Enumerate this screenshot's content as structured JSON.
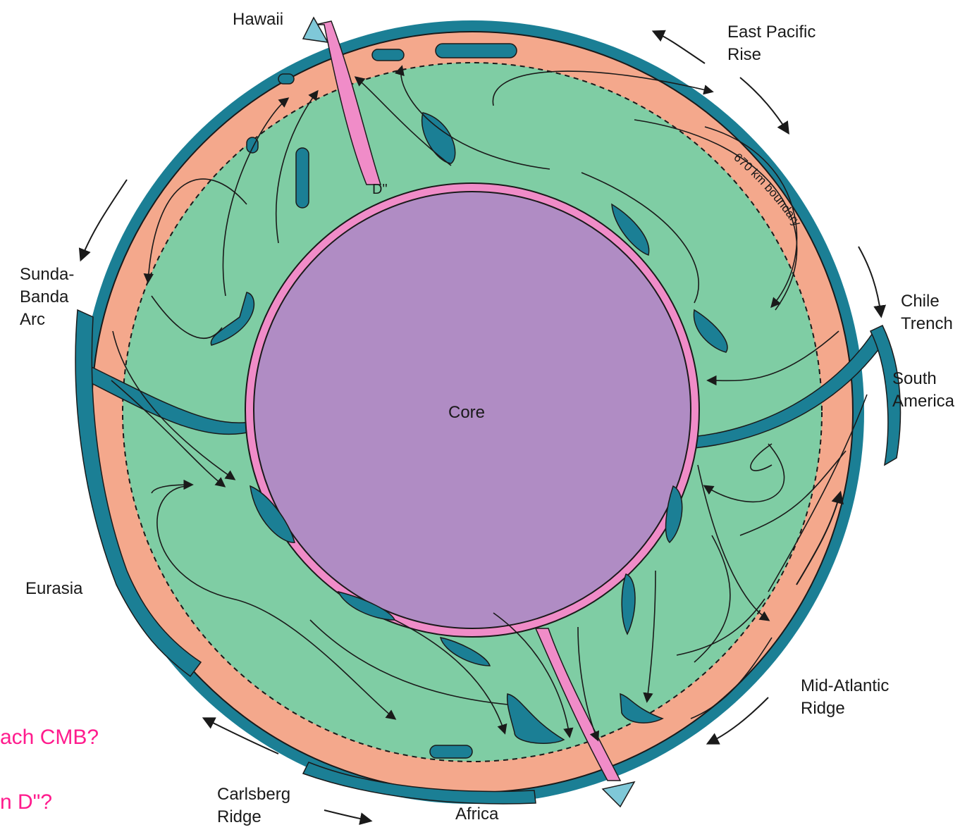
{
  "colors": {
    "lithosphere": "#1b7f95",
    "upper_mantle": "#f4a88c",
    "lower_mantle": "#7fcda4",
    "d_double_prime": "#f08cc8",
    "core": "#b08cc4",
    "slab": "#1b7f95",
    "question_text": "#ff1b8d"
  },
  "labels": {
    "hawaii": "Hawaii",
    "east_pacific_rise": "East Pacific\nRise",
    "sunda_banda_arc": "Sunda-\nBanda\nArc",
    "chile_trench": "Chile\nTrench",
    "south_america": "South\nAmerica",
    "eurasia": "Eurasia",
    "mid_atlantic_ridge": "Mid-Atlantic\nRidge",
    "carlsberg_ridge": "Carlsberg\nRidge",
    "africa": "Africa",
    "core": "Core",
    "d_double_prime": "D\"",
    "boundary_670": "670 km boundary"
  },
  "questions": {
    "q1": "ach CMB?",
    "q2": "n D\"?"
  }
}
